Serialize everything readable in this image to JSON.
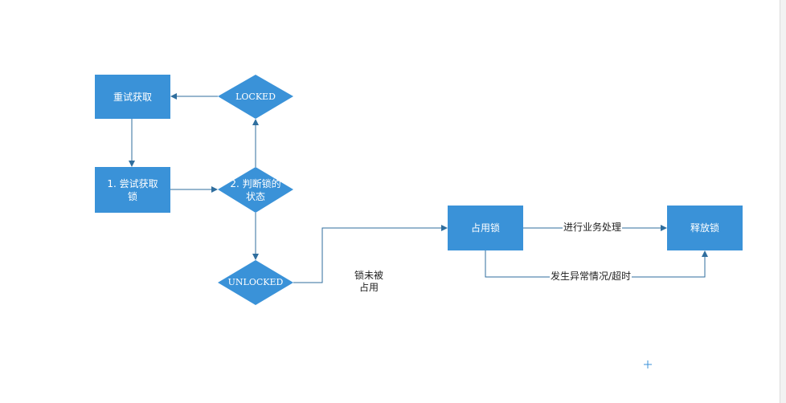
{
  "colors": {
    "node_fill": "#3a92d8",
    "edge": "#2f6e9e",
    "text_on_node": "#ffffff"
  },
  "nodes": {
    "retry": "重试获取",
    "try_lock": "1. 尝试获取\n锁",
    "judge": "2. 判断锁的\n状态",
    "locked": "LOCKED",
    "unlocked": "UNLOCKED",
    "occupy": "占用锁",
    "release": "释放锁"
  },
  "edges": {
    "unlocked_to_occupy": "锁未被\n占用",
    "business": "进行业务处理",
    "exception": "发生异常情况/超时"
  },
  "marker_icon": "crosshair-icon"
}
